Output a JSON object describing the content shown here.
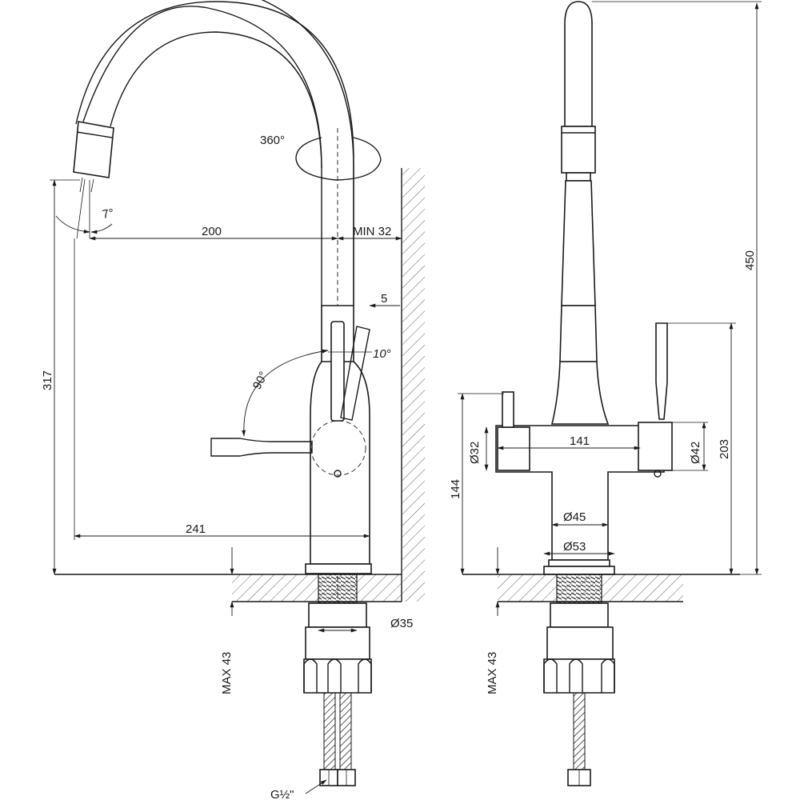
{
  "labels": {
    "rotation": "360°",
    "spray_angle": "7°",
    "reach": "200",
    "min_wall": "MIN 32",
    "height_total_left": "317",
    "handle_offset": "5",
    "handle_tilt": "10°",
    "handle_swing": "90°",
    "base_reach": "241",
    "thread_dia": "Ø35",
    "max_thickness_left": "MAX 43",
    "connector": "G½\"",
    "height_total_right": "450",
    "handle_height": "203",
    "body_height": "144",
    "side_dia_left": "Ø32",
    "body_width": "141",
    "side_dia_right": "Ø42",
    "base_dia_upper": "Ø45",
    "base_dia_lower": "Ø53",
    "max_thickness_right": "MAX 43"
  },
  "colors": {
    "line": "#1a1a1a",
    "background": "#ffffff"
  }
}
